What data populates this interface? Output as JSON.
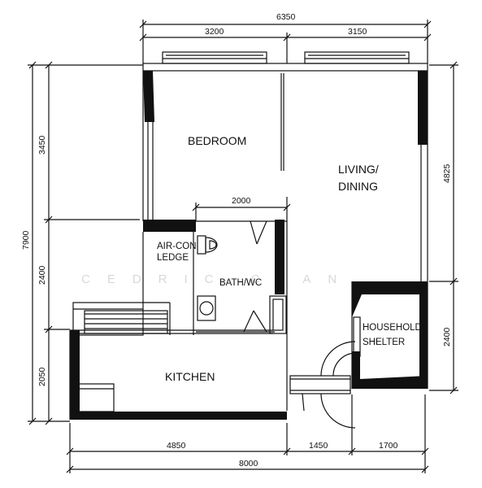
{
  "rooms": {
    "bedroom": "BEDROOM",
    "living_line1": "LIVING/",
    "living_line2": "DINING",
    "aircon_line1": "AIR-CON",
    "aircon_line2": "LEDGE",
    "bath": "BATH/WC",
    "shelter_line1": "HOUSEHOLD",
    "shelter_line2": "SHELTER",
    "kitchen": "KITCHEN"
  },
  "dimensions": {
    "top_total": "6350",
    "top_left": "3200",
    "top_right": "3150",
    "bath_width": "2000",
    "left_total": "7900",
    "left_upper": "3450",
    "left_middle": "2400",
    "left_lower": "2050",
    "right_upper": "4825",
    "right_lower": "2400",
    "bottom_left": "4850",
    "bottom_middle": "1450",
    "bottom_right": "1700",
    "bottom_total": "8000"
  },
  "watermark": "CEDRIC CHAN",
  "colors": {
    "line": "#111111",
    "background": "#ffffff",
    "watermark": "#d8d8d8"
  }
}
